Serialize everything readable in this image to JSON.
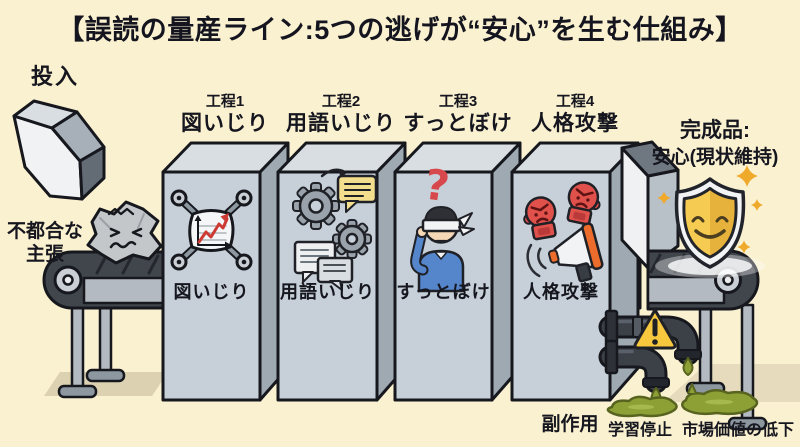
{
  "title": "【誤読の量産ライン:5つの逃げが“安心”を生む仕組み】",
  "colors": {
    "background": "#FAF1D0",
    "machine_front": "#C7D0D8",
    "belt": "#41464D",
    "outline": "#16181E",
    "accent_gold": "#F6CB52",
    "accent_red": "#E0514C",
    "accent_orange": "#EC6C2B",
    "accent_green": "#8CA036",
    "text": "#16161F"
  },
  "input": {
    "label": "投入",
    "chute_icon": "input-chute-icon",
    "item": {
      "icon": "crumpled-claim-icon",
      "label_lines": [
        "不都合な",
        "主張"
      ]
    }
  },
  "processes": [
    {
      "step": "工程1",
      "name": "図いじり",
      "plate": "図いじり",
      "icon": "chart-tamper-icon"
    },
    {
      "step": "工程2",
      "name": "用語いじり",
      "plate": "用語いじり",
      "icon": "gears-speech-icon"
    },
    {
      "step": "工程3",
      "name": "すっとぼけ",
      "plate": "すっとぼけ",
      "icon": "blindfold-person-icon"
    },
    {
      "step": "工程4",
      "name": "人格攻撃",
      "plate": "人格攻撃",
      "icon": "boxing-gloves-megaphone-icon"
    }
  ],
  "output": {
    "label_lines": [
      "完成品:",
      "安心(現状維持)"
    ],
    "icon": "smiling-shield-icon"
  },
  "side_effects": {
    "label": "副作用",
    "warning_icon": "warning-triangle-icon",
    "pipes_icon": "leak-pipes-icon",
    "drips": [
      {
        "label": "学習停止",
        "icon": "puddle-icon"
      },
      {
        "label": "市場価値の低下",
        "icon": "puddle-icon"
      }
    ]
  }
}
